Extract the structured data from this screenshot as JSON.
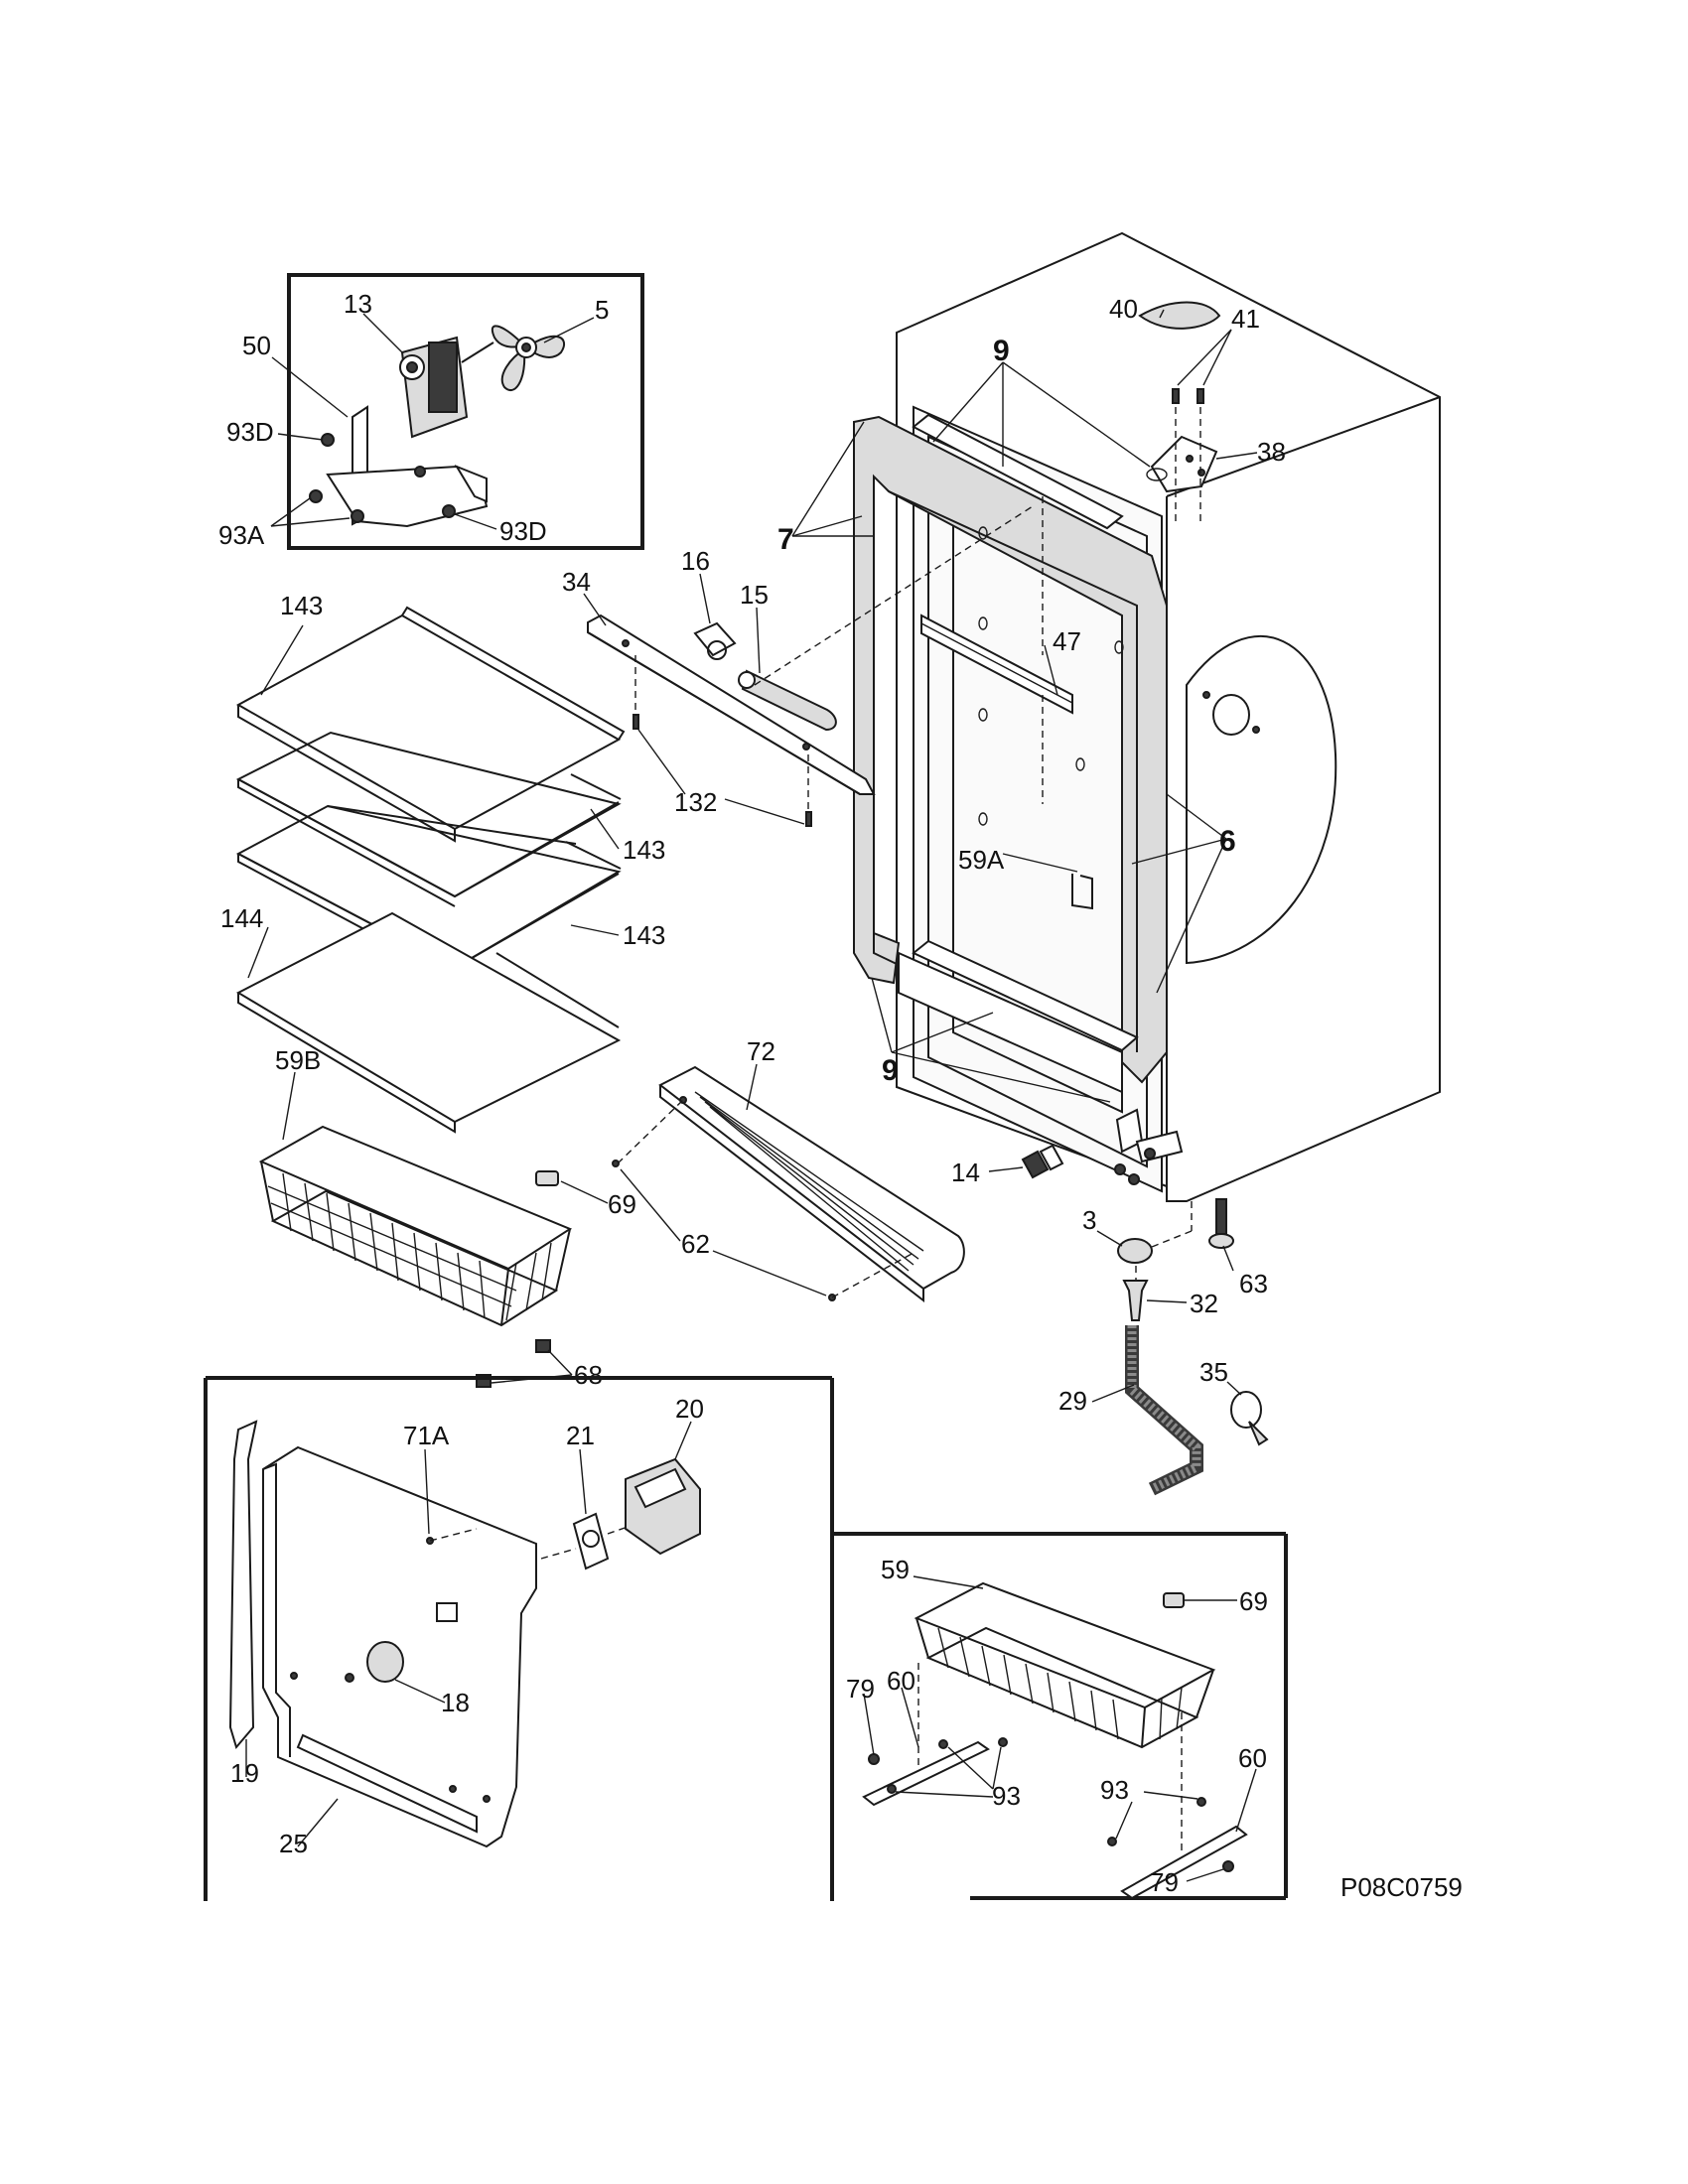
{
  "diagram": {
    "drawing_id": "P08C0759",
    "callouts": {
      "c13": "13",
      "c5": "5",
      "c50": "50",
      "c93D_a": "93D",
      "c93A": "93A",
      "c93D_b": "93D",
      "c40": "40",
      "c41": "41",
      "c38": "38",
      "c9_top": "9",
      "c7": "7",
      "c34": "34",
      "c16": "16",
      "c15": "15",
      "c47": "47",
      "c143_a": "143",
      "c143_b": "143",
      "c143_c": "143",
      "c144": "144",
      "c132": "132",
      "c59A": "59A",
      "c6": "6",
      "c9_bottom": "9",
      "c59B": "59B",
      "c72": "72",
      "c69_a": "69",
      "c62": "62",
      "c68": "68",
      "c14": "14",
      "c3": "3",
      "c63": "63",
      "c32": "32",
      "c35": "35",
      "c29": "29",
      "c71A": "71A",
      "c21": "21",
      "c20": "20",
      "c18": "18",
      "c19": "19",
      "c25": "25",
      "c59": "59",
      "c69_b": "69",
      "c79_a": "79",
      "c60_a": "60",
      "c93_a": "93",
      "c60_b": "60",
      "c93_b": "93",
      "c79_b": "79"
    }
  }
}
